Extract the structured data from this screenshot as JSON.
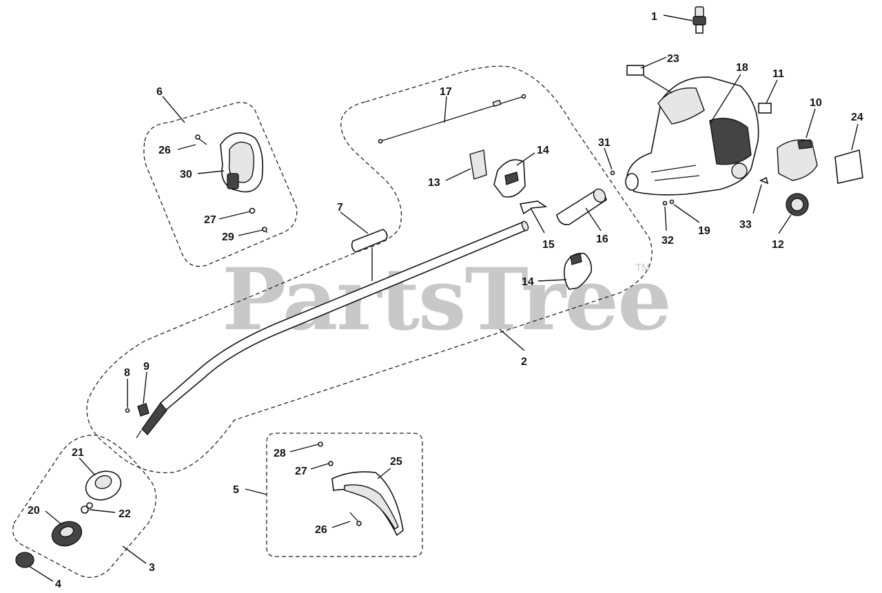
{
  "watermark": {
    "text": "PartsTree",
    "trademark": "TM"
  },
  "callouts": [
    {
      "id": "c1",
      "label": "1"
    },
    {
      "id": "c2",
      "label": "2"
    },
    {
      "id": "c3",
      "label": "3"
    },
    {
      "id": "c4",
      "label": "4"
    },
    {
      "id": "c5",
      "label": "5"
    },
    {
      "id": "c6",
      "label": "6"
    },
    {
      "id": "c7",
      "label": "7"
    },
    {
      "id": "c8",
      "label": "8"
    },
    {
      "id": "c9",
      "label": "9"
    },
    {
      "id": "c10",
      "label": "10"
    },
    {
      "id": "c11",
      "label": "11"
    },
    {
      "id": "c12",
      "label": "12"
    },
    {
      "id": "c13",
      "label": "13"
    },
    {
      "id": "c14a",
      "label": "14"
    },
    {
      "id": "c14b",
      "label": "14"
    },
    {
      "id": "c15",
      "label": "15"
    },
    {
      "id": "c16",
      "label": "16"
    },
    {
      "id": "c17",
      "label": "17"
    },
    {
      "id": "c18",
      "label": "18"
    },
    {
      "id": "c19",
      "label": "19"
    },
    {
      "id": "c20",
      "label": "20"
    },
    {
      "id": "c21",
      "label": "21"
    },
    {
      "id": "c22",
      "label": "22"
    },
    {
      "id": "c23",
      "label": "23"
    },
    {
      "id": "c24",
      "label": "24"
    },
    {
      "id": "c25",
      "label": "25"
    },
    {
      "id": "c26a",
      "label": "26"
    },
    {
      "id": "c26b",
      "label": "26"
    },
    {
      "id": "c27a",
      "label": "27"
    },
    {
      "id": "c27b",
      "label": "27"
    },
    {
      "id": "c28",
      "label": "28"
    },
    {
      "id": "c29",
      "label": "29"
    },
    {
      "id": "c30",
      "label": "30"
    },
    {
      "id": "c31",
      "label": "31"
    },
    {
      "id": "c32",
      "label": "32"
    },
    {
      "id": "c33",
      "label": "33"
    }
  ]
}
